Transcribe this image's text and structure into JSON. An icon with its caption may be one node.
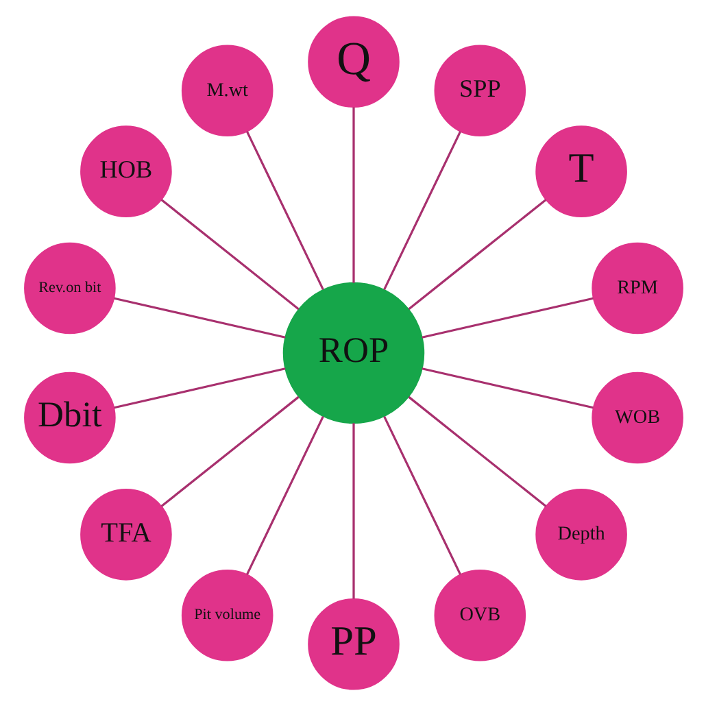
{
  "diagram": {
    "nodes": [
      {
        "text": [
          "ROP"
        ]
      },
      {
        "text": [
          "RPM"
        ]
      },
      {
        "text": [
          "T"
        ]
      },
      {
        "text": [
          "SPP"
        ]
      },
      {
        "text": [
          "Q"
        ]
      },
      {
        "text": [
          "M.wt"
        ]
      },
      {
        "text": [
          "HOB"
        ]
      },
      {
        "text": [
          "Rev.on bit"
        ]
      },
      {
        "text": [
          "Dbit"
        ]
      },
      {
        "text": [
          "TFA"
        ]
      },
      {
        "text": [
          "Pit volume"
        ]
      },
      {
        "text": [
          "PP"
        ]
      },
      {
        "text": [
          "OVB"
        ]
      },
      {
        "text": [
          "Depth"
        ]
      },
      {
        "text": [
          "WOB"
        ]
      }
    ],
    "edges": [
      {
        "from": 0,
        "to": 1,
        "arrow": "none"
      },
      {
        "from": 0,
        "to": 2,
        "arrow": "none"
      },
      {
        "from": 0,
        "to": 3,
        "arrow": "none"
      },
      {
        "from": 0,
        "to": 4,
        "arrow": "none"
      },
      {
        "from": 0,
        "to": 5,
        "arrow": "none"
      },
      {
        "from": 0,
        "to": 6,
        "arrow": "none"
      },
      {
        "from": 0,
        "to": 7,
        "arrow": "none"
      },
      {
        "from": 0,
        "to": 8,
        "arrow": "none"
      },
      {
        "from": 0,
        "to": 9,
        "arrow": "none"
      },
      {
        "from": 0,
        "to": 10,
        "arrow": "none"
      },
      {
        "from": 0,
        "to": 11,
        "arrow": "none"
      },
      {
        "from": 0,
        "to": 12,
        "arrow": "none"
      },
      {
        "from": 0,
        "to": 13,
        "arrow": "none"
      },
      {
        "from": 0,
        "to": 14,
        "arrow": "none"
      }
    ]
  }
}
